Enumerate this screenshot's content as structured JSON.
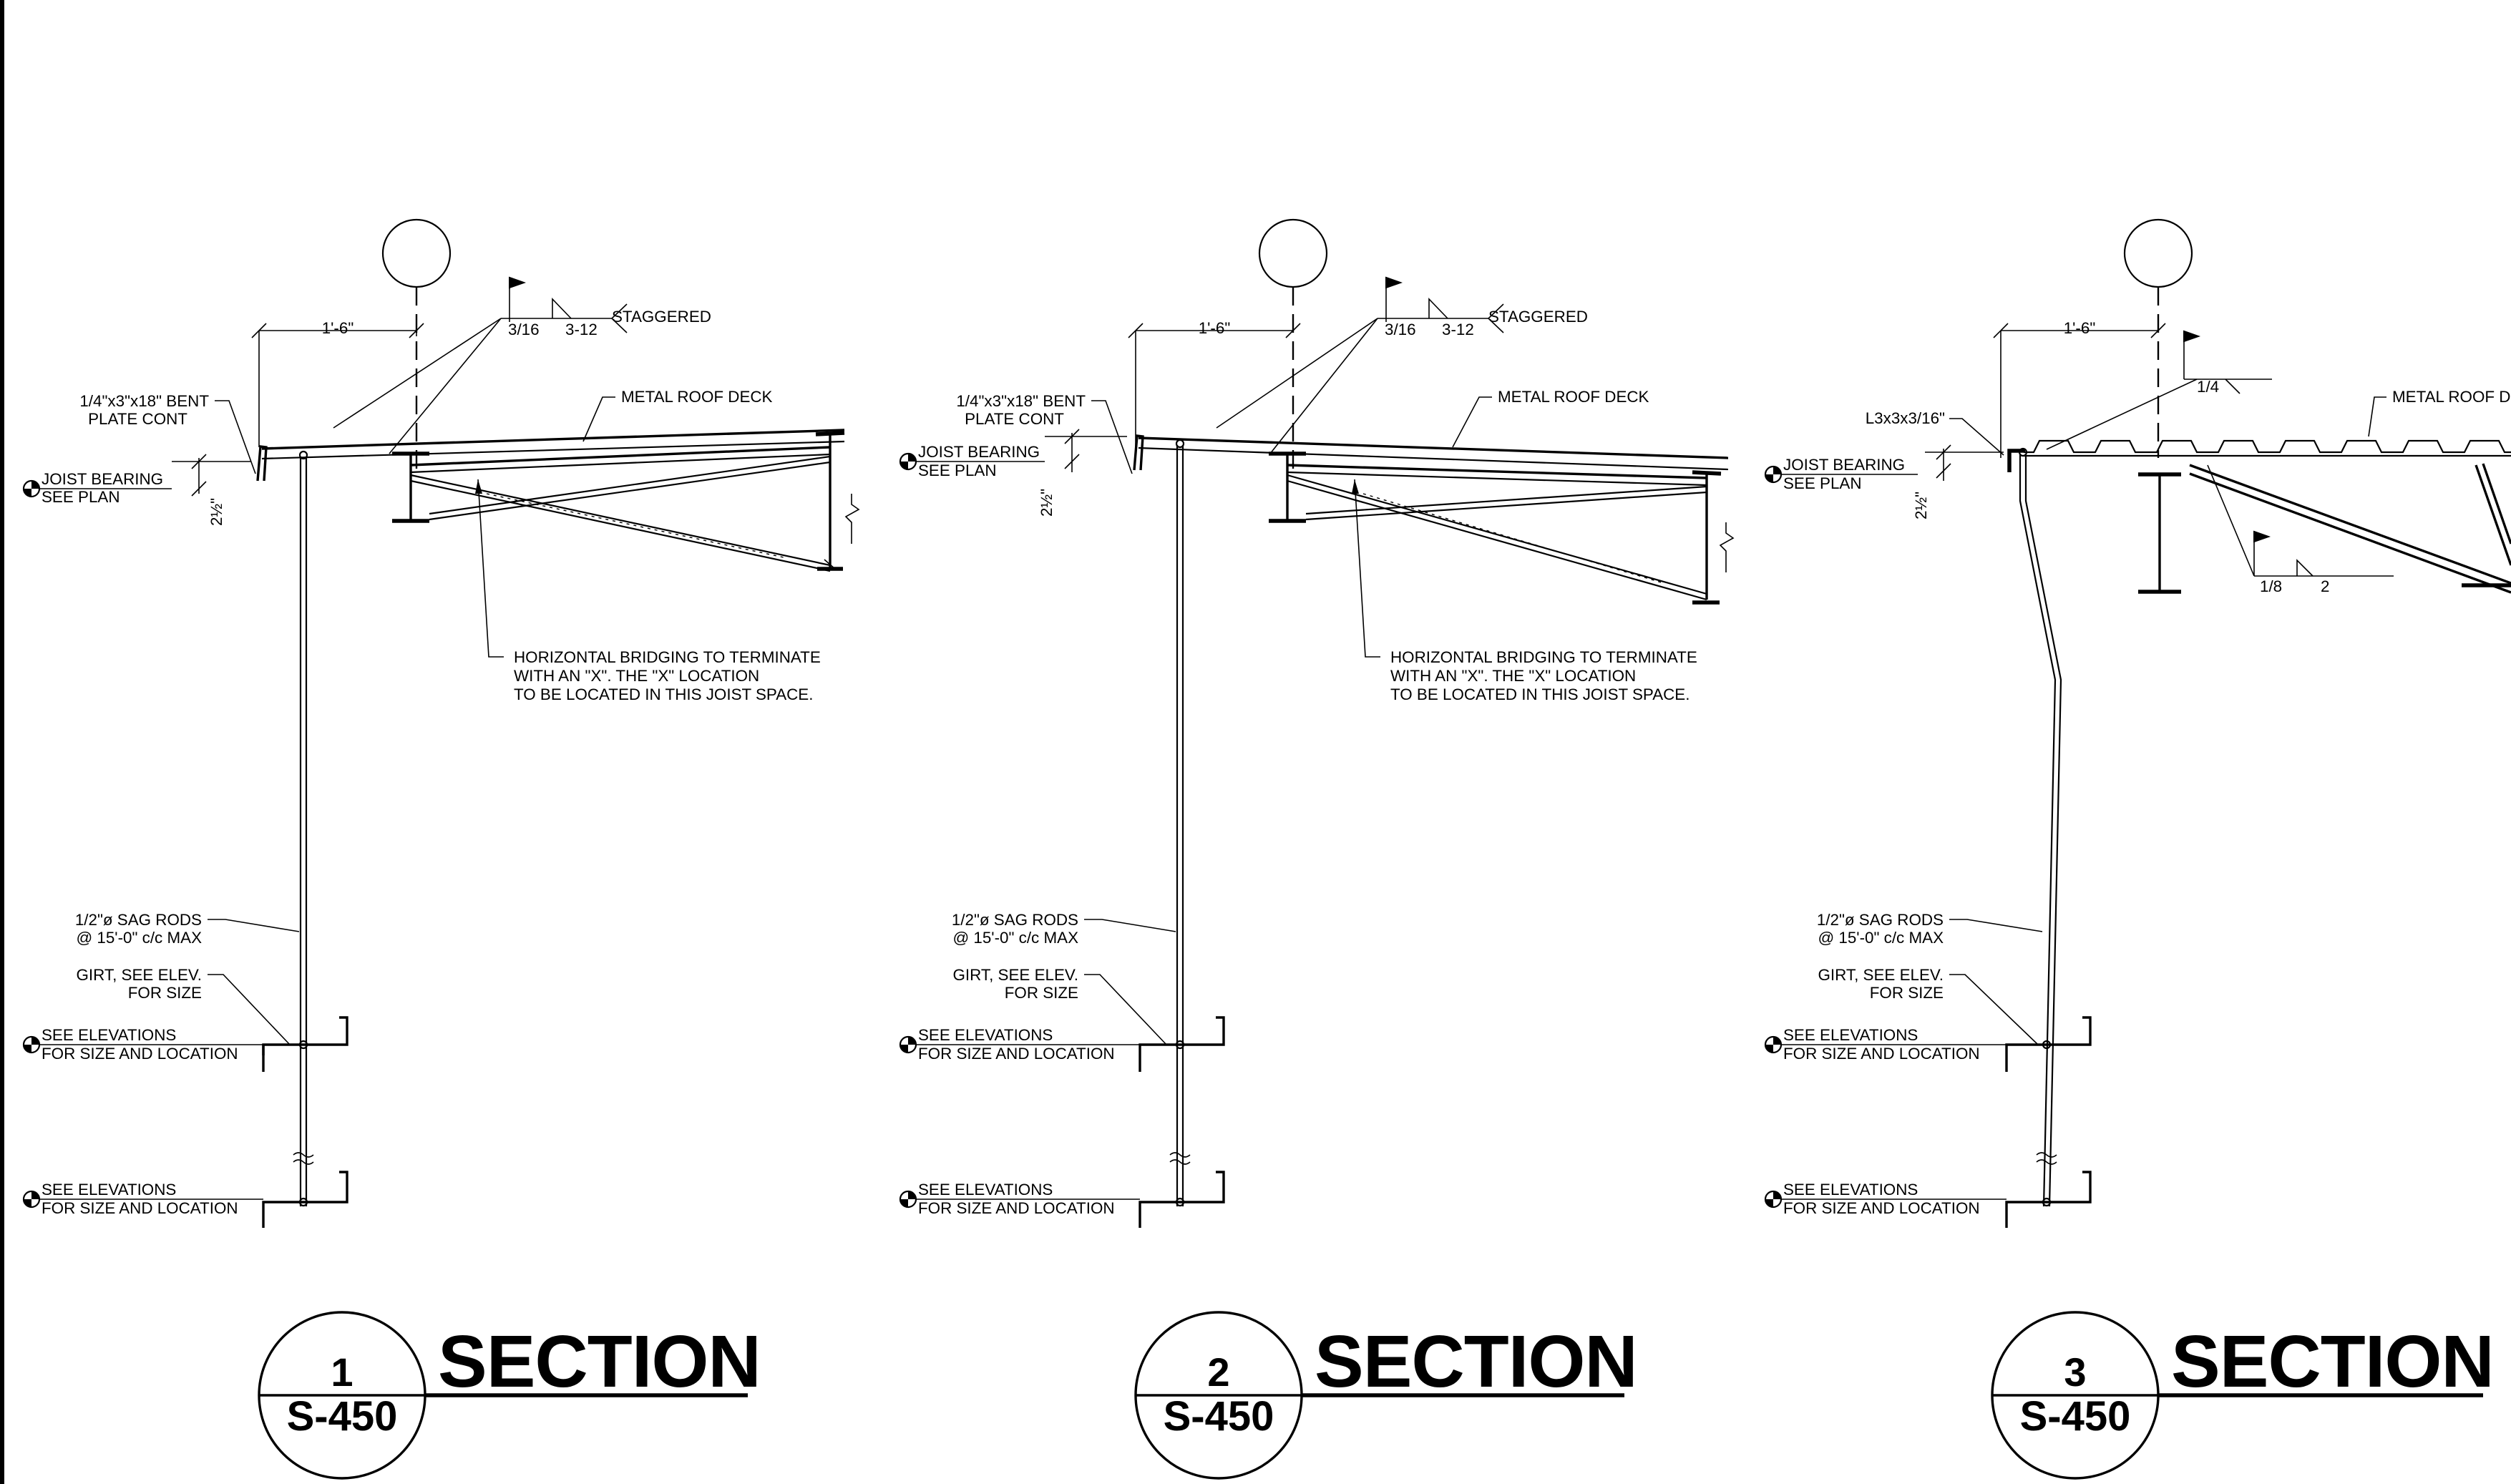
{
  "colors": {
    "ink": "#000000",
    "paper": "#ffffff"
  },
  "sections": [
    {
      "number": "1",
      "sheet_ref": "S-450",
      "title": "SECTION",
      "dimension_top": "1'-6\"",
      "dimension_side": "2½\"",
      "weld_symbol": "3/16",
      "weld_pitch": "3-12",
      "weld_note": "STAGGERED",
      "edge_label_line1": "1/4\"x3\"x18\" BENT",
      "edge_label_line2": "PLATE CONT",
      "bearing_line1": "JOIST BEARING",
      "bearing_line2": "SEE PLAN",
      "deck_label": "METAL ROOF DECK",
      "bridging_line1": "HORIZONTAL BRIDGING TO TERMINATE",
      "bridging_line2": "WITH AN \"X\". THE \"X\" LOCATION",
      "bridging_line3": "TO BE LOCATED IN THIS JOIST SPACE.",
      "sag_line1": "1/2\"ø SAG RODS",
      "sag_line2": "@ 15'-0\" c/c MAX",
      "girt_line1": "GIRT, SEE ELEV.",
      "girt_line2": "FOR SIZE",
      "elev_line1": "SEE ELEVATIONS",
      "elev_line2": "FOR SIZE AND LOCATION"
    },
    {
      "number": "2",
      "sheet_ref": "S-450",
      "title": "SECTION",
      "dimension_top": "1'-6\"",
      "dimension_side": "2½\"",
      "weld_symbol": "3/16",
      "weld_pitch": "3-12",
      "weld_note": "STAGGERED",
      "edge_label_line1": "1/4\"x3\"x18\" BENT",
      "edge_label_line2": "PLATE CONT",
      "bearing_line1": "JOIST BEARING",
      "bearing_line2": "SEE PLAN",
      "deck_label": "METAL ROOF DECK",
      "bridging_line1": "HORIZONTAL BRIDGING TO TERMINATE",
      "bridging_line2": "WITH AN \"X\". THE \"X\" LOCATION",
      "bridging_line3": "TO BE LOCATED IN THIS JOIST SPACE.",
      "sag_line1": "1/2\"ø SAG RODS",
      "sag_line2": "@ 15'-0\" c/c MAX",
      "girt_line1": "GIRT, SEE ELEV.",
      "girt_line2": "FOR SIZE",
      "elev_line1": "SEE ELEVATIONS",
      "elev_line2": "FOR SIZE AND LOCATION"
    },
    {
      "number": "3",
      "sheet_ref": "S-450",
      "title": "SECTION",
      "dimension_top": "1'-6\"",
      "dimension_side": "2½\"",
      "angle_label": "L3x3x3/16\"",
      "weld_top": "1/4",
      "weld_bottom_size": "1/8",
      "weld_bottom_length": "2",
      "bearing_line1": "JOIST BEARING",
      "bearing_line2": "SEE PLAN",
      "deck_label": "METAL ROOF D",
      "sag_line1": "1/2\"ø SAG RODS",
      "sag_line2": "@ 15'-0\" c/c MAX",
      "girt_line1": "GIRT, SEE ELEV.",
      "girt_line2": "FOR SIZE",
      "elev_line1": "SEE ELEVATIONS",
      "elev_line2": "FOR SIZE AND LOCATION"
    }
  ]
}
